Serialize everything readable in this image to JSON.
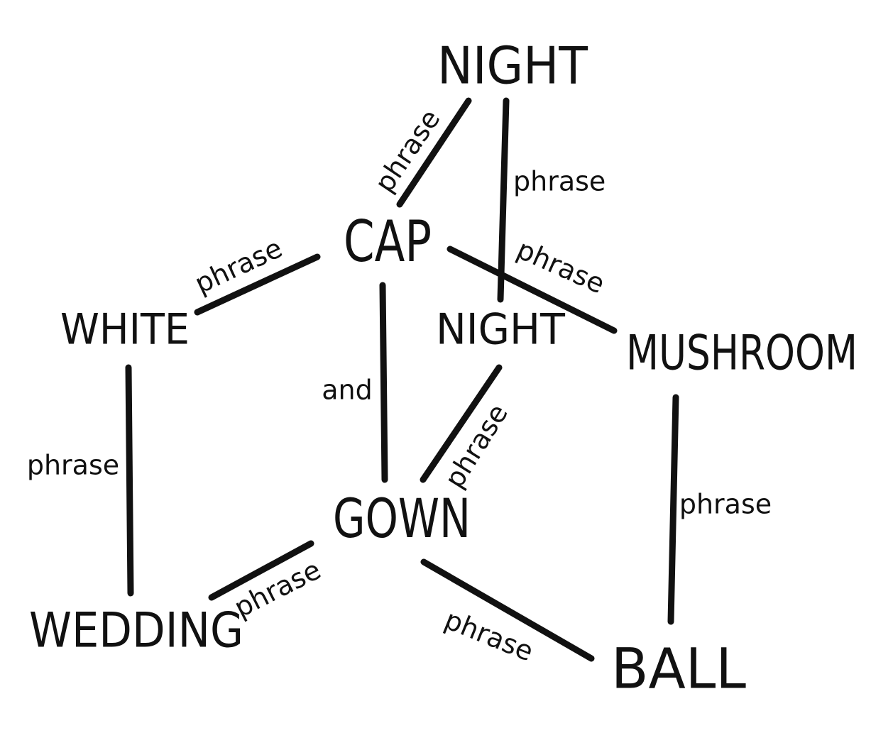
{
  "nodes": {
    "night_top": "NIGHT",
    "cap": "CAP",
    "white": "WHITE",
    "night_mid": "NIGHT",
    "mushroom": "MUSHROOM",
    "gown": "GOWN",
    "wedding": "WEDDING",
    "ball": "BALL"
  },
  "edges": {
    "cap_night_top": "phrase",
    "night_top_night_mid": "phrase",
    "cap_mushroom": "phrase",
    "white_cap": "phrase",
    "cap_gown": "and",
    "gown_night_mid": "phrase",
    "white_wedding": "phrase",
    "gown_wedding": "phrase",
    "mushroom_ball": "phrase",
    "gown_ball": "phrase"
  }
}
